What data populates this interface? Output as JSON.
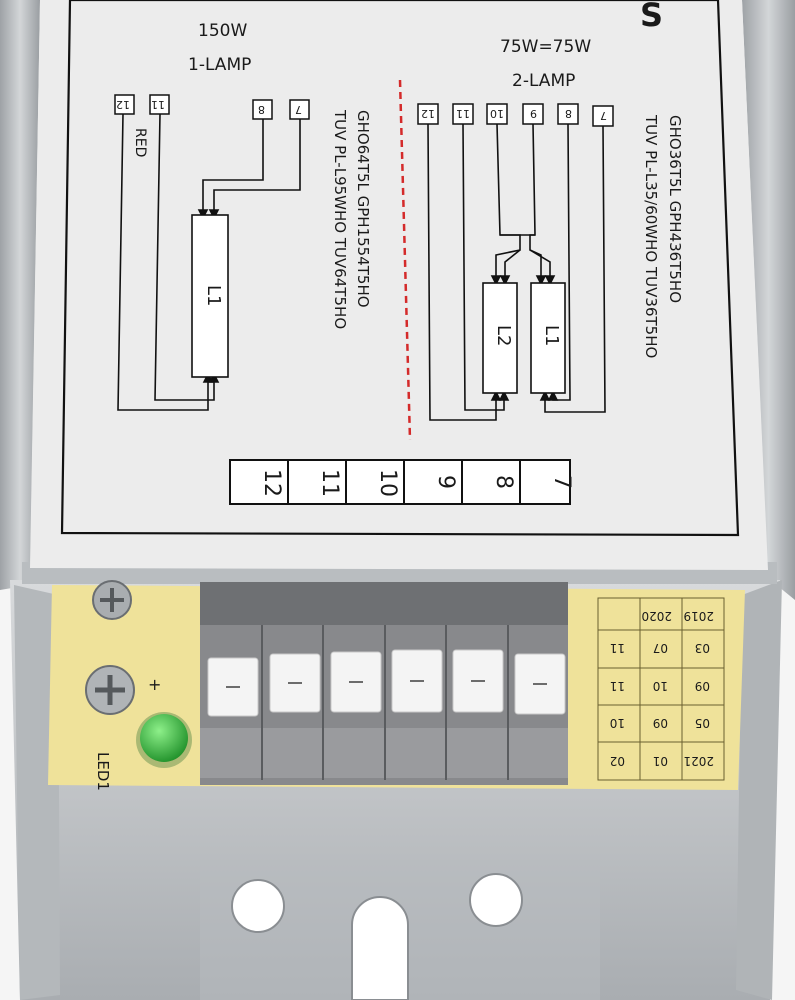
{
  "colors": {
    "label_bg": "#ececec",
    "metal": "#c9cccf",
    "metal_dark": "#8e9296",
    "pcb": "#efe29a",
    "terminal": "#7f8184",
    "led": "#2fb83a",
    "divider": "#d42a2a"
  },
  "label": {
    "title_fragment": "S",
    "left": {
      "power": "150W",
      "lamps": "1-LAMP",
      "pins": [
        "12",
        "11",
        "8",
        "7"
      ],
      "wire_color": "RED",
      "lamp": "L1",
      "models": [
        "GHO64T5L  GPH1554T5HO",
        "TUV PL-L95WHO  TUV64T5HO"
      ]
    },
    "right": {
      "power": "75W=75W",
      "lamps": "2-LAMP",
      "pins": [
        "12",
        "11",
        "10",
        "9",
        "8",
        "7"
      ],
      "lamp_a": "L2",
      "lamp_b": "L1",
      "models": [
        "GHO36T5L  GPH436T5HO",
        "TUV PL-L35/60WHO  TUV36T5HO"
      ]
    },
    "terminal_numbers": [
      "12",
      "11",
      "10",
      "9",
      "8",
      "7"
    ]
  },
  "pcb": {
    "led_label": "LED1",
    "date_codes": [
      [
        "11",
        "07",
        "03"
      ],
      [
        "11",
        "10",
        "09"
      ],
      [
        "10",
        "09",
        "05"
      ],
      [
        "02",
        "01",
        "2021"
      ],
      [
        "2020",
        "2019"
      ]
    ]
  },
  "icons": [
    "screw-icon",
    "led-icon",
    "mounting-hole-icon"
  ]
}
